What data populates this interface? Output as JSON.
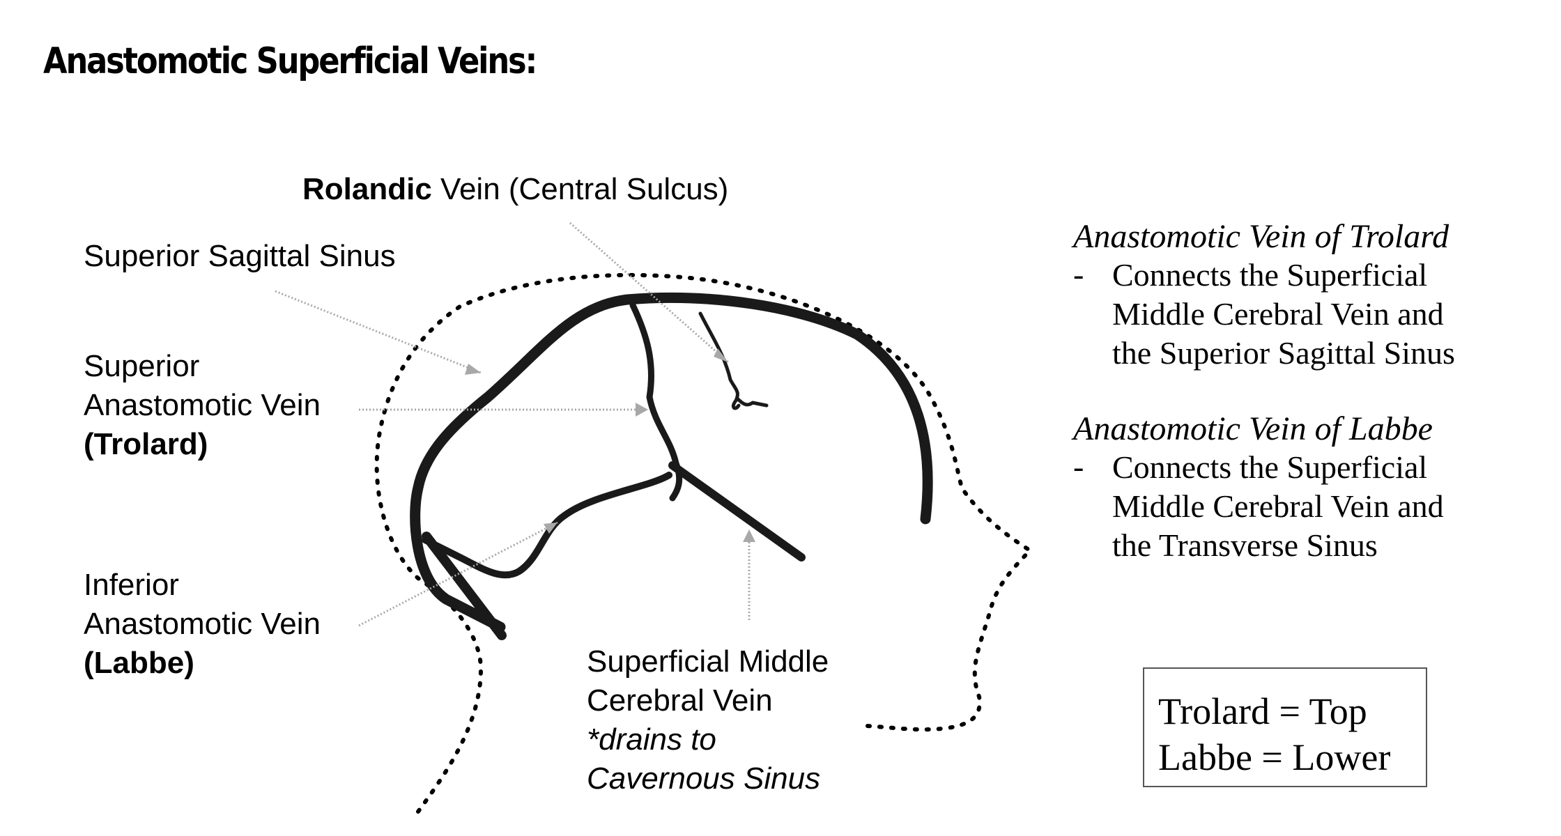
{
  "title": "Anastomotic Superficial Veins:",
  "labels": {
    "rolandic_bold": "Rolandic",
    "rolandic_rest": " Vein (Central Sulcus)",
    "superior_sagittal": "Superior Sagittal Sinus",
    "trolard_l1": "Superior",
    "trolard_l2": "Anastomotic Vein",
    "trolard_l3": "(Trolard)",
    "labbe_l1": "Inferior",
    "labbe_l2": "Anastomotic Vein",
    "labbe_l3": "(Labbe)",
    "smcv_l1": "Superficial Middle",
    "smcv_l2": "Cerebral Vein",
    "smcv_l3": "*drains to",
    "smcv_l4": "Cavernous Sinus"
  },
  "notes": {
    "trolard": {
      "title": "Anastomotic Vein of Trolard",
      "dash": "-",
      "lines": [
        "Connects the Superficial",
        "Middle Cerebral Vein and",
        "the Superior Sagittal Sinus"
      ]
    },
    "labbe": {
      "title": "Anastomotic Vein of Labbe",
      "dash": "-",
      "lines": [
        "Connects the Superficial",
        "Middle Cerebral Vein and",
        "the Transverse Sinus"
      ]
    }
  },
  "mnemonic": {
    "line1": "Trolard = Top",
    "line2": "Labbe = Lower"
  }
}
